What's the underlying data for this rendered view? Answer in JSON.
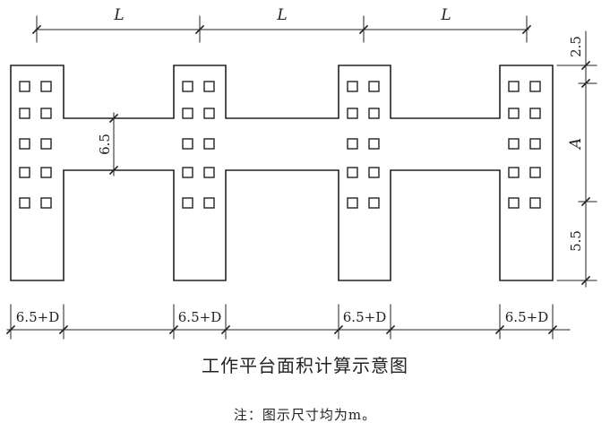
{
  "diagram": {
    "title": "工作平台面积计算示意图",
    "note": "注：图示尺寸均为m。",
    "spans": [
      "L",
      "L",
      "L"
    ],
    "bottom_dims": [
      "6.5+D",
      "6.5+D",
      "6.5+D",
      "6.5+D"
    ],
    "connector_height": "6.5",
    "right_dims": [
      "2.5",
      "A",
      "5.5"
    ],
    "colors": {
      "ink": "#222222",
      "background": "#ffffff"
    }
  }
}
